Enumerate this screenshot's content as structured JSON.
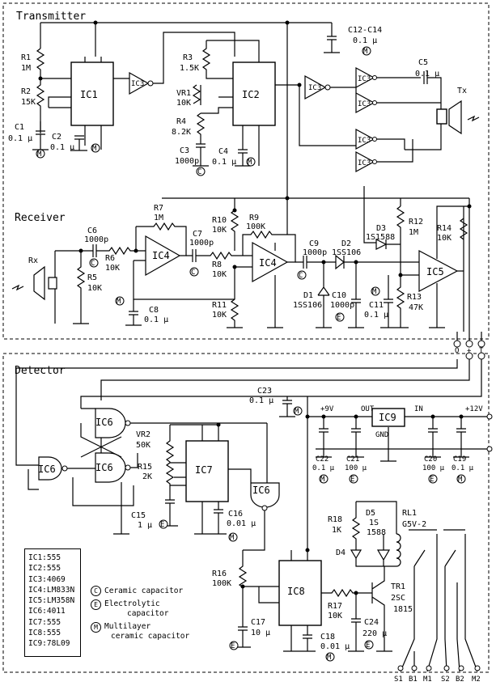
{
  "sections": {
    "transmitter": "Transmitter",
    "receiver": "Receiver",
    "detector": "Detector"
  },
  "ics": {
    "ic1": "IC1",
    "ic2": "IC2",
    "ic3": "IC3",
    "ic4": "IC4",
    "ic5": "IC5",
    "ic6": "IC6",
    "ic7": "IC7",
    "ic8": "IC8",
    "ic9": "IC9"
  },
  "tx": {
    "r1": "R1",
    "r1v": "1M",
    "r2": "R2",
    "r2v": "15K",
    "c1": "C1",
    "c1v": "0.1 µ",
    "c2": "C2",
    "c2v": "0.1 µ",
    "r3": "R3",
    "r3v": "1.5K",
    "vr1": "VR1",
    "vr1v": "10K",
    "r4": "R4",
    "r4v": "8.2K",
    "c3": "C3",
    "c3v": "1000p",
    "c4": "C4",
    "c4v": "0.1 µ",
    "c12": "C12-C14",
    "c12v": "0.1 µ",
    "c5": "C5",
    "c5v": "0.1 µ",
    "tx": "Tx"
  },
  "rx": {
    "rx": "Rx",
    "c6": "C6",
    "c6v": "1000p",
    "r6": "R6",
    "r6v": "10K",
    "r5": "R5",
    "r5v": "10K",
    "r7": "R7",
    "r7v": "1M",
    "c7": "C7",
    "c7v": "1000p",
    "r8": "R8",
    "r8v": "10K",
    "c8": "C8",
    "c8v": "0.1 µ",
    "r10": "R10",
    "r10v": "10K",
    "r9": "R9",
    "r9v": "100K",
    "r11": "R11",
    "r11v": "10K",
    "c9": "C9",
    "c9v": "1000p",
    "d2": "D2",
    "d2v": "1SS106",
    "d1": "D1",
    "d1v": "1SS106",
    "c10": "C10",
    "c10v": "1000p",
    "d3": "D3",
    "d3v": "1S1588",
    "r12": "R12",
    "r12v": "1M",
    "c11": "C11",
    "c11v": "0.1 µ",
    "r13": "R13",
    "r13v": "47K",
    "r14": "R14",
    "r14v": "10K"
  },
  "det": {
    "c23": "C23",
    "c23v": "0.1 µ",
    "vr2": "VR2",
    "vr2v": "50K",
    "r15": "R15",
    "r15v": "2K",
    "c15": "C15",
    "c15v": "1 µ",
    "c16": "C16",
    "c16v": "0.01 µ",
    "r16": "R16",
    "r16v": "100K",
    "c17": "C17",
    "c17v": "10 µ",
    "c18": "C18",
    "c18v": "0.01 µ",
    "r17": "R17",
    "r17v": "10K",
    "c24": "C24",
    "c24v": "220 µ",
    "tr1": "TR1",
    "tr1v": "2SC",
    "tr1v2": "1815",
    "r18": "R18",
    "r18v": "1K",
    "d5": "D5",
    "d5v": "1S",
    "d5v2": "1588",
    "d4": "D4",
    "rl1": "RL1",
    "rl1v": "G5V-2",
    "c22": "C22",
    "c22v": "0.1 µ",
    "c21": "C21",
    "c21v": "100 µ",
    "c20": "C20",
    "c20v": "100 µ",
    "c19": "C19",
    "c19v": "0.1 µ",
    "v9": "+9V",
    "out": "OUT",
    "in": "IN",
    "gnd": "GND",
    "v12": "+12V"
  },
  "connectors": {
    "bus": [
      "O",
      "+",
      "T"
    ],
    "outputs": [
      "S1",
      "B1",
      "M1",
      "S2",
      "B2",
      "M2"
    ]
  },
  "legend": {
    "parts": [
      "IC1:555",
      "IC2:555",
      "IC3:4069",
      "IC4:LM833N",
      "IC5:LM358N",
      "IC6:4011",
      "IC7:555",
      "IC8:555",
      "IC9:78L09"
    ],
    "cap_c": "Ceramic capacitor",
    "cap_e1": "Electrolytic",
    "cap_e2": "capacitor",
    "cap_m1": "Multilayer",
    "cap_m2": "ceramic capacitor",
    "sym_c": "C",
    "sym_e": "E",
    "sym_m": "M"
  }
}
